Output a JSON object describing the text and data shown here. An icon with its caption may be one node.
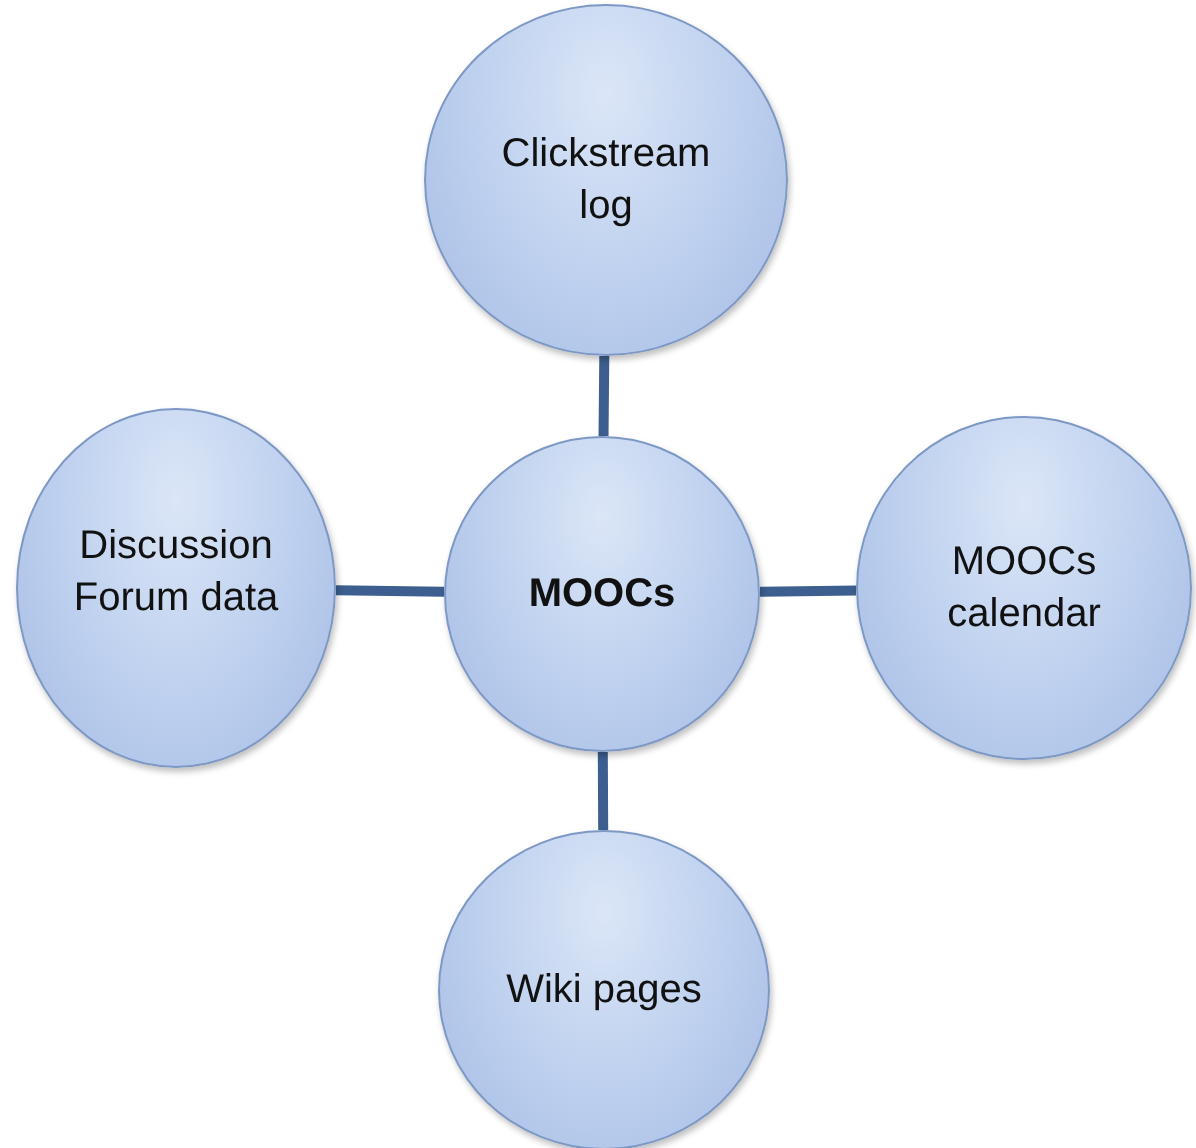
{
  "diagram": {
    "nodes": [
      {
        "text": [
          "Clickstream log"
        ]
      },
      {
        "text": [
          "Discussion Forum data"
        ]
      },
      {
        "text": [
          "MOOCs"
        ]
      },
      {
        "text": [
          "MOOCs calendar"
        ]
      },
      {
        "text": [
          "Wiki pages"
        ]
      }
    ],
    "edges": [
      {
        "from": 2,
        "to": 0,
        "arrow": "none"
      },
      {
        "from": 2,
        "to": 1,
        "arrow": "none"
      },
      {
        "from": 2,
        "to": 3,
        "arrow": "none"
      },
      {
        "from": 2,
        "to": 4,
        "arrow": "none"
      }
    ]
  }
}
